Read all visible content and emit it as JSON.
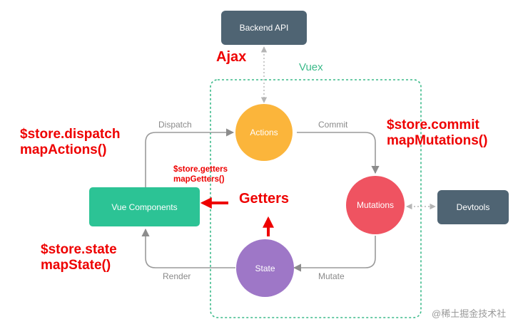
{
  "nodes": {
    "backend_api": "Backend API",
    "actions": "Actions",
    "mutations": "Mutations",
    "state": "State",
    "vue_components": "Vue Components",
    "devtools": "Devtools"
  },
  "edge_labels": {
    "dispatch": "Dispatch",
    "commit": "Commit",
    "mutate": "Mutate",
    "render": "Render"
  },
  "group": {
    "vuex": "Vuex"
  },
  "annotations": {
    "ajax": "Ajax",
    "dispatch_line1": "$store.dispatch",
    "dispatch_line2": "mapActions()",
    "commit_line1": "$store.commit",
    "commit_line2": "mapMutations()",
    "getters_line1": "$store.getters",
    "getters_line2": "mapGetters()",
    "getters": "Getters",
    "state_line1": "$store.state",
    "state_line2": "mapState()"
  },
  "watermark": "@稀土掘金技术社",
  "colors": {
    "backend": "#4f6473",
    "actions": "#fbb53b",
    "mutations": "#ef5361",
    "state": "#9e77c7",
    "components": "#2cc395",
    "devtools": "#4f6473",
    "vuex_border": "#3cba8a",
    "annotation": "#ee0000",
    "edge": "#8c8c8c"
  }
}
